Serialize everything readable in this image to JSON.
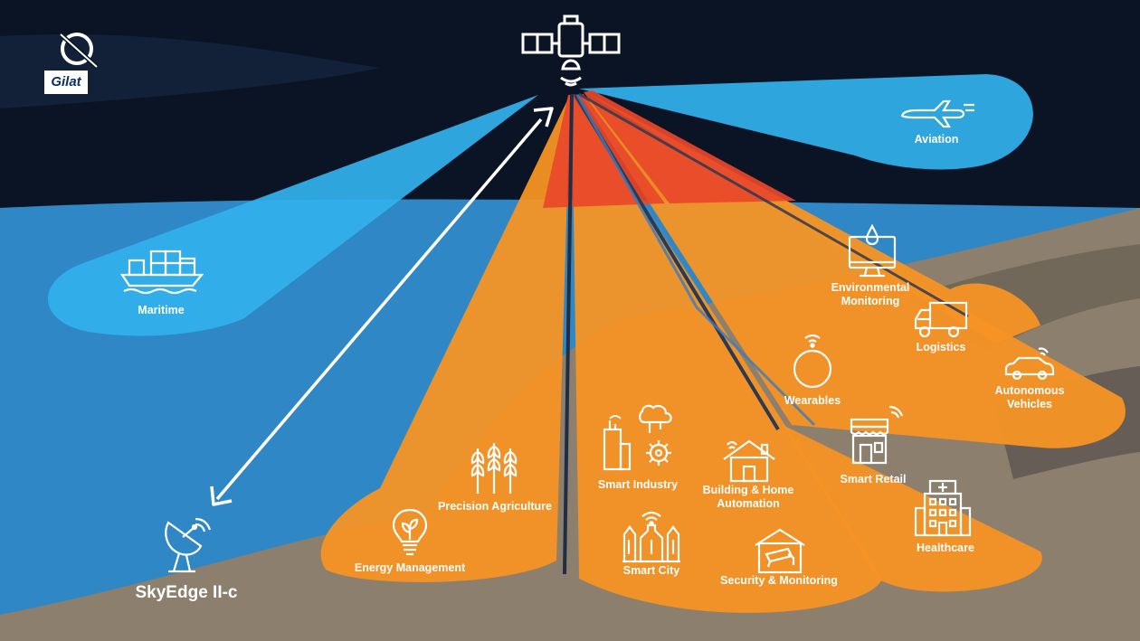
{
  "brand": {
    "logo_text": "Gilat"
  },
  "station": {
    "label": "SkyEdge II-c"
  },
  "colors": {
    "sky": "#0b1424",
    "ocean": "#2f87c6",
    "blue_beam": "#31b0ec",
    "orange_beam": "#f59324",
    "red_beam": "#e8482b",
    "land": "#8c7f6d",
    "icon": "#ffffff"
  },
  "applications": [
    {
      "label": "Aviation",
      "icon": "airplane-icon"
    },
    {
      "label": "Maritime",
      "icon": "cargo-ship-icon"
    },
    {
      "label": "Environmental Monitoring",
      "icon": "monitor-drop-icon"
    },
    {
      "label": "Logistics",
      "icon": "truck-icon"
    },
    {
      "label": "Wearables",
      "icon": "smartwatch-icon"
    },
    {
      "label": "Autonomous Vehicles",
      "icon": "connected-car-icon"
    },
    {
      "label": "Smart Industry",
      "icon": "factory-icon"
    },
    {
      "label": "Building & Home Automation",
      "icon": "smart-home-icon"
    },
    {
      "label": "Smart Retail",
      "icon": "store-icon"
    },
    {
      "label": "Precision Agriculture",
      "icon": "wheat-icon"
    },
    {
      "label": "Healthcare",
      "icon": "hospital-icon"
    },
    {
      "label": "Energy Management",
      "icon": "lightbulb-icon"
    },
    {
      "label": "Smart City",
      "icon": "city-buildings-icon"
    },
    {
      "label": "Security & Monitoring",
      "icon": "security-camera-icon"
    }
  ]
}
